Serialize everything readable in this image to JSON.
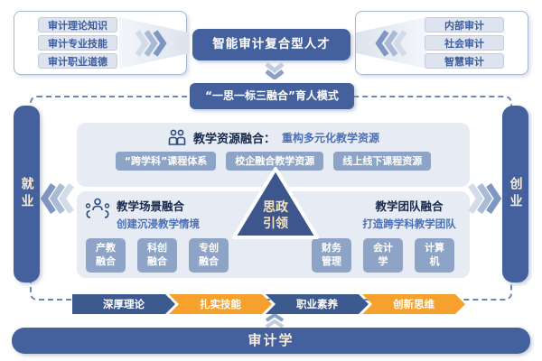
{
  "top": {
    "left_group": {
      "items": [
        "审计理论知识",
        "审计专业技能",
        "审计职业道德"
      ]
    },
    "center_label": "智能审计复合型人才",
    "right_group": {
      "items": [
        "内部审计",
        "社会审计",
        "智慧审计"
      ]
    }
  },
  "model_title": "“一思一标三融合”育人模式",
  "sides": {
    "left_label": "就业",
    "right_label": "创业"
  },
  "resource_section": {
    "icon": "two-users-icon",
    "title": "教学资源融合：",
    "subtitle": "重构多元化教学资源",
    "items": [
      "“跨学科”课程体系",
      "校企融合教学资源",
      "线上线下课程资源"
    ]
  },
  "scene_section": {
    "icon": "meeting-icon",
    "title": "教学场景融合",
    "subtitle": "创建沉浸教学情境",
    "items": [
      "产教\n融合",
      "科创\n融合",
      "专创\n融合"
    ]
  },
  "team_section": {
    "title": "教学团队融合",
    "subtitle": "打造跨学科教学团队",
    "items": [
      "财务\n管理",
      "会计\n学",
      "计算\n机"
    ]
  },
  "core_triangle": {
    "line1": "思政",
    "line2": "引领"
  },
  "quality_bar": {
    "segments": [
      "深厚理论",
      "扎实技能",
      "职业素养",
      "创新思维"
    ]
  },
  "footer_label": "审计学",
  "colors": {
    "navy": "#44619d",
    "triangle_navy": "#3d568c",
    "chip_blue": "#8da4c6",
    "panel_bg": "#e7ebf3",
    "bar_blue": "#3d5a8f",
    "bar_orange": "#f6a12d",
    "subtitle_blue": "#4a6fb5",
    "cream_text": "#f7ecd9",
    "dashed_border": "#6d87b5"
  }
}
